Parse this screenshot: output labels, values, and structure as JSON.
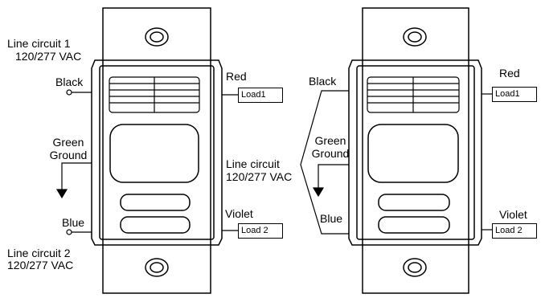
{
  "left": {
    "line1_a": "Line circuit 1",
    "line1_b": "120/277 VAC",
    "black": "Black",
    "green": "Green",
    "ground": "Ground",
    "blue": "Blue",
    "line2_a": "Line circuit 2",
    "line2_b": "120/277 VAC",
    "red": "Red",
    "load1": "Load1",
    "violet": "Violet",
    "load2": "Load 2"
  },
  "right": {
    "black": "Black",
    "green": "Green",
    "ground": "Ground",
    "line_a": "Line circuit",
    "line_b": "120/277 VAC",
    "blue": "Blue",
    "red": "Red",
    "load1": "Load1",
    "violet": "Violet",
    "load2": "Load 2"
  },
  "colors": {
    "stroke": "#000000",
    "background": "#ffffff"
  }
}
